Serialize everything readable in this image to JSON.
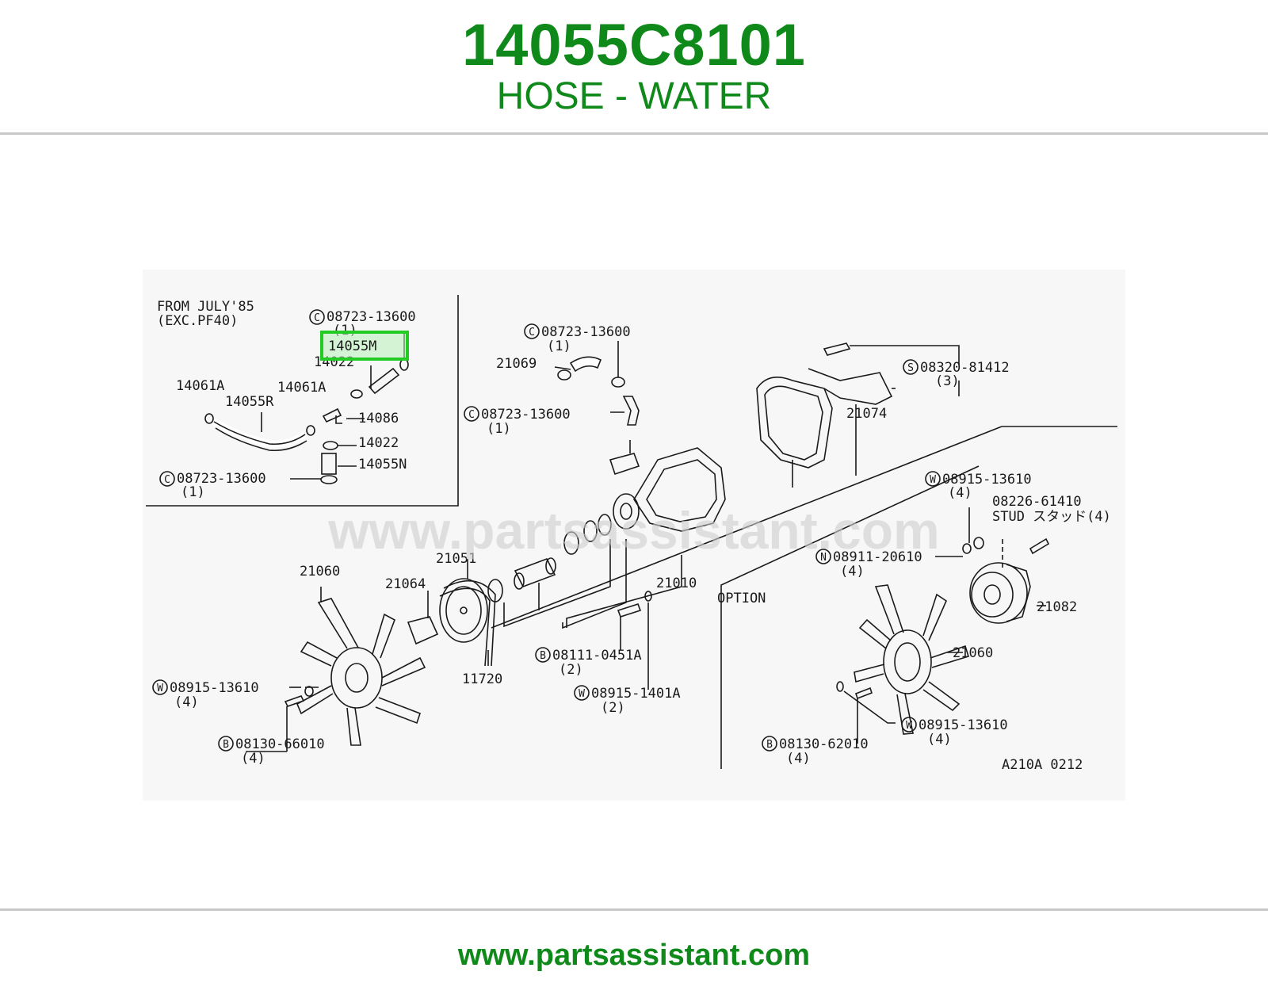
{
  "header": {
    "part_number": "14055C8101",
    "part_name": "HOSE - WATER"
  },
  "footer": {
    "url": "www.partsassistant.com"
  },
  "watermark": "www.partsassistant.com",
  "colors": {
    "brand_green": "#0f8a1a",
    "highlight": "#22cc22",
    "rule": "#c8c8c8"
  },
  "diagram": {
    "inset": {
      "note_line1": "FROM JULY'85",
      "note_line2": "(EXC.PF40)",
      "highlighted_part": "14055M",
      "labels": {
        "clamp_top_code": "08723-13600",
        "clamp_top_qty": "(1)",
        "p14022_top": "14022",
        "p14061A_left": "14061A",
        "p14061A_right": "14061A",
        "p14055R": "14055R",
        "p14086": "14086",
        "p14022_bottom": "14022",
        "p14055N": "14055N",
        "clamp_bottom_code": "08723-13600",
        "clamp_bottom_qty": "(1)"
      }
    },
    "labels": {
      "c1_code": "08723-13600",
      "c1_qty": "(1)",
      "p21069": "21069",
      "c2_code": "08723-13600",
      "c2_qty": "(1)",
      "s_code": "08320-81412",
      "s_qty": "(3)",
      "p21074": "21074",
      "w1_code": "08915-13610",
      "w1_qty": "(4)",
      "stud_code": "08226-61410",
      "stud_desc": "STUD スタッド(4)",
      "n_code": "08911-20610",
      "n_qty": "(4)",
      "p21051": "21051",
      "p21060_left": "21060",
      "p21064": "21064",
      "p21010": "21010",
      "option": "OPTION",
      "p21082": "21082",
      "b1_code": "08111-0451A",
      "b1_qty": "(2)",
      "p11720": "11720",
      "p21060_right": "21060",
      "w2_code": "08915-13610",
      "w2_qty": "(4)",
      "w3_code": "08915-1401A",
      "w3_qty": "(2)",
      "w4_code": "08915-13610",
      "w4_qty": "(4)",
      "b2_code": "08130-66010",
      "b2_qty": "(4)",
      "b3_code": "08130-62010",
      "b3_qty": "(4)",
      "ref_code": "A210A 0212"
    },
    "markers": {
      "clamp": "C",
      "washer": "W",
      "bolt": "B",
      "nut": "N",
      "screw": "S"
    }
  }
}
